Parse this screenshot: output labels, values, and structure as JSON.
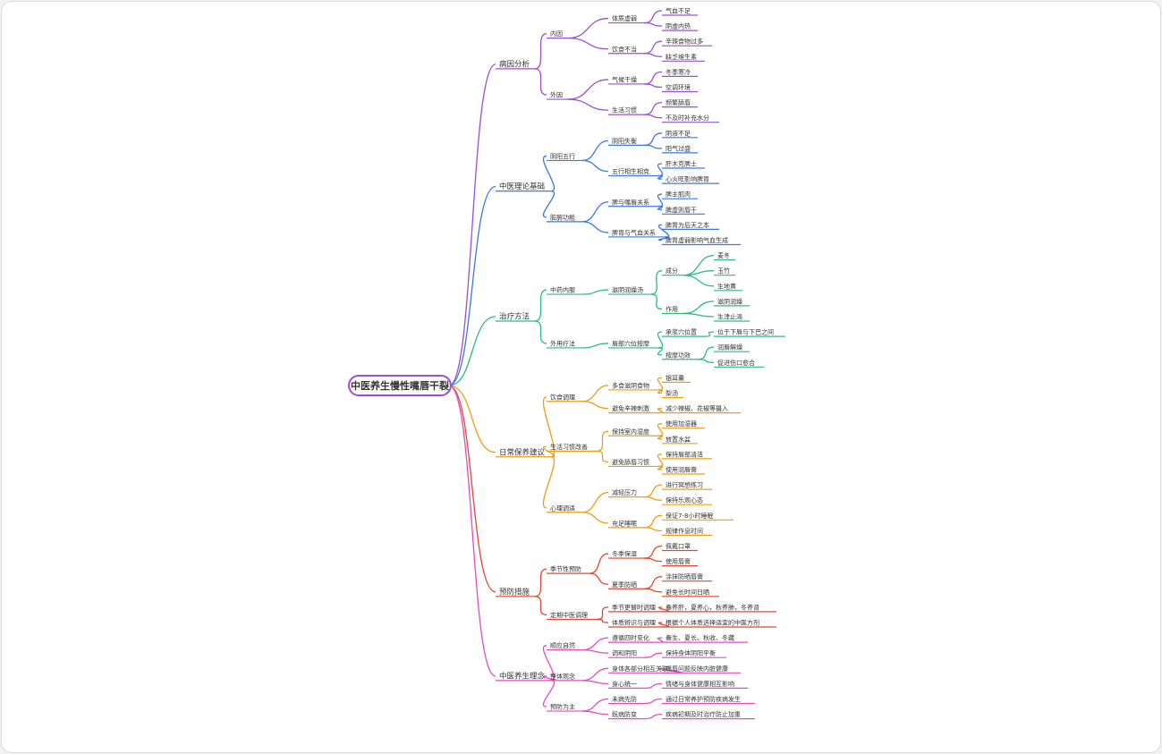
{
  "colors": [
    "#9c4fd4",
    "#3a78e6",
    "#2bbd7e",
    "#f39c12",
    "#e8452c",
    "#e64ac2"
  ],
  "root": "中医养生慢性嘴唇干裂",
  "branches": [
    {
      "label": "病因分析",
      "children": [
        {
          "label": "内因",
          "children": [
            {
              "label": "体质虚弱",
              "children": [
                {
                  "label": "气血不足"
                },
                {
                  "label": "阴虚内热"
                }
              ]
            },
            {
              "label": "饮食不当",
              "children": [
                {
                  "label": "辛辣食物过多"
                },
                {
                  "label": "缺乏维生素"
                }
              ]
            }
          ]
        },
        {
          "label": "外因",
          "children": [
            {
              "label": "气候干燥",
              "children": [
                {
                  "label": "冬季寒冷"
                },
                {
                  "label": "空调环境"
                }
              ]
            },
            {
              "label": "生活习惯",
              "children": [
                {
                  "label": "频繁舔唇"
                },
                {
                  "label": "不及时补充水分"
                }
              ]
            }
          ]
        }
      ]
    },
    {
      "label": "中医理论基础",
      "children": [
        {
          "label": "阴阳五行",
          "children": [
            {
              "label": "阴阳失衡",
              "children": [
                {
                  "label": "阴液不足"
                },
                {
                  "label": "阳气过盛"
                }
              ]
            },
            {
              "label": "五行相生相克",
              "children": [
                {
                  "label": "肝木克脾土"
                },
                {
                  "label": "心火旺影响脾胃"
                }
              ]
            }
          ]
        },
        {
          "label": "脏腑功能",
          "children": [
            {
              "label": "脾与嘴唇关系",
              "children": [
                {
                  "label": "脾主肌肉"
                },
                {
                  "label": "脾虚则唇干"
                }
              ]
            },
            {
              "label": "脾胃与气血关系",
              "children": [
                {
                  "label": "脾胃为后天之本"
                },
                {
                  "label": "脾胃虚弱影响气血生成"
                }
              ]
            }
          ]
        }
      ]
    },
    {
      "label": "治疗方法",
      "children": [
        {
          "label": "中药内服",
          "children": [
            {
              "label": "滋阴润燥汤",
              "children": [
                {
                  "label": "成分",
                  "children": [
                    {
                      "label": "麦冬"
                    },
                    {
                      "label": "玉竹"
                    },
                    {
                      "label": "生地黄"
                    }
                  ]
                },
                {
                  "label": "作用",
                  "children": [
                    {
                      "label": "滋阴润燥"
                    },
                    {
                      "label": "生津止渴"
                    }
                  ]
                }
              ]
            }
          ]
        },
        {
          "label": "外用疗法",
          "children": [
            {
              "label": "唇部穴位按摩",
              "children": [
                {
                  "label": "承浆穴位置",
                  "children": [
                    {
                      "label": "位于下唇与下巴之间"
                    }
                  ]
                },
                {
                  "label": "按摩功效",
                  "children": [
                    {
                      "label": "润唇解燥"
                    },
                    {
                      "label": "促进伤口愈合"
                    }
                  ]
                }
              ]
            }
          ]
        }
      ]
    },
    {
      "label": "日常保养建议",
      "children": [
        {
          "label": "饮食调理",
          "children": [
            {
              "label": "多食滋阴食物",
              "children": [
                {
                  "label": "银耳羹"
                },
                {
                  "label": "梨汤"
                }
              ]
            },
            {
              "label": "避免辛辣刺激",
              "children": [
                {
                  "label": "减少辣椒、花椒等摄入"
                }
              ]
            }
          ]
        },
        {
          "label": "生活习惯改善",
          "children": [
            {
              "label": "保持室内湿度",
              "children": [
                {
                  "label": "使用加湿器"
                },
                {
                  "label": "放置水盆"
                }
              ]
            },
            {
              "label": "避免舔唇习惯",
              "children": [
                {
                  "label": "保持唇部清洁"
                },
                {
                  "label": "使用润唇膏"
                }
              ]
            }
          ]
        },
        {
          "label": "心理调适",
          "children": [
            {
              "label": "减轻压力",
              "children": [
                {
                  "label": "进行冥想练习"
                },
                {
                  "label": "保持乐观心态"
                }
              ]
            },
            {
              "label": "充足睡眠",
              "children": [
                {
                  "label": "保证7-8小时睡眠"
                },
                {
                  "label": "规律作息时间"
                }
              ]
            }
          ]
        }
      ]
    },
    {
      "label": "预防措施",
      "children": [
        {
          "label": "季节性预防",
          "children": [
            {
              "label": "冬季保湿",
              "children": [
                {
                  "label": "佩戴口罩"
                },
                {
                  "label": "使用唇膏"
                }
              ]
            },
            {
              "label": "夏季防晒",
              "children": [
                {
                  "label": "涂抹防晒唇膏"
                },
                {
                  "label": "避免长时间日晒"
                }
              ]
            }
          ]
        },
        {
          "label": "定期中医调理",
          "children": [
            {
              "label": "季节更替时调理",
              "children": [
                {
                  "label": "春养肝，夏养心，秋养肺，冬养肾"
                }
              ]
            },
            {
              "label": "体质辨识与调理",
              "children": [
                {
                  "label": "根据个人体质选择适宜的中医方剂"
                }
              ]
            }
          ]
        }
      ]
    },
    {
      "label": "中医养生理念",
      "children": [
        {
          "label": "顺应自然",
          "children": [
            {
              "label": "遵循四时变化",
              "children": [
                {
                  "label": "春生、夏长、秋收、冬藏"
                }
              ]
            },
            {
              "label": "调和阴阳",
              "children": [
                {
                  "label": "保持身体阴阳平衡"
                }
              ]
            }
          ]
        },
        {
          "label": "整体观念",
          "children": [
            {
              "label": "身体各部分相互关联",
              "children": [
                {
                  "label": "嘴唇问题反映内脏健康"
                }
              ]
            },
            {
              "label": "身心统一",
              "children": [
                {
                  "label": "情绪与身体健康相互影响"
                }
              ]
            }
          ]
        },
        {
          "label": "预防为主",
          "children": [
            {
              "label": "未病先防",
              "children": [
                {
                  "label": "通过日常养护预防疾病发生"
                }
              ]
            },
            {
              "label": "既病防变",
              "children": [
                {
                  "label": "疾病初期及时治疗防止加重"
                }
              ]
            }
          ]
        }
      ]
    }
  ]
}
